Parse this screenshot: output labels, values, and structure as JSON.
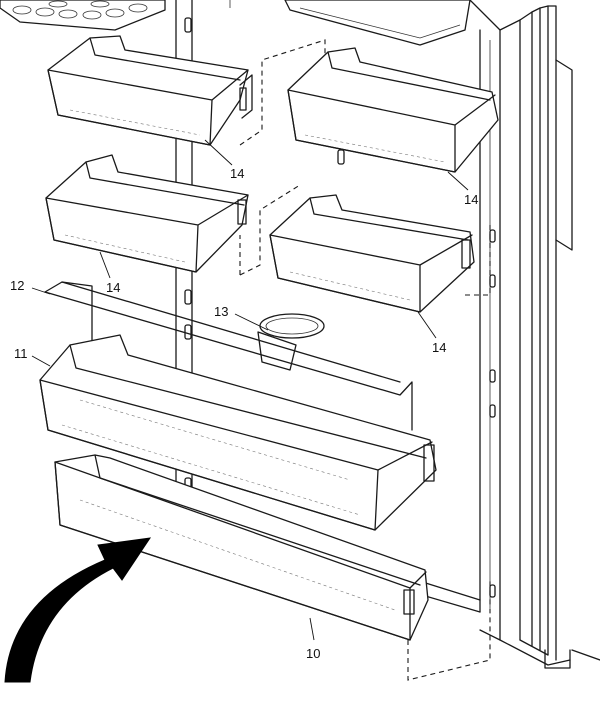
{
  "diagram": {
    "callouts": [
      {
        "id": "c14a",
        "label": "14"
      },
      {
        "id": "c14b",
        "label": "14"
      },
      {
        "id": "c14c",
        "label": "14"
      },
      {
        "id": "c14d",
        "label": "14"
      },
      {
        "id": "c13",
        "label": "13"
      },
      {
        "id": "c12",
        "label": "12"
      },
      {
        "id": "c11",
        "label": "11"
      },
      {
        "id": "c10",
        "label": "10"
      }
    ],
    "parts": {
      "door_bin_small": "14",
      "cup_holder": "13",
      "bin_rail": "12",
      "large_door_bin": "11",
      "bottom_door_bin": "10"
    },
    "arrow_direction": "up-right"
  }
}
